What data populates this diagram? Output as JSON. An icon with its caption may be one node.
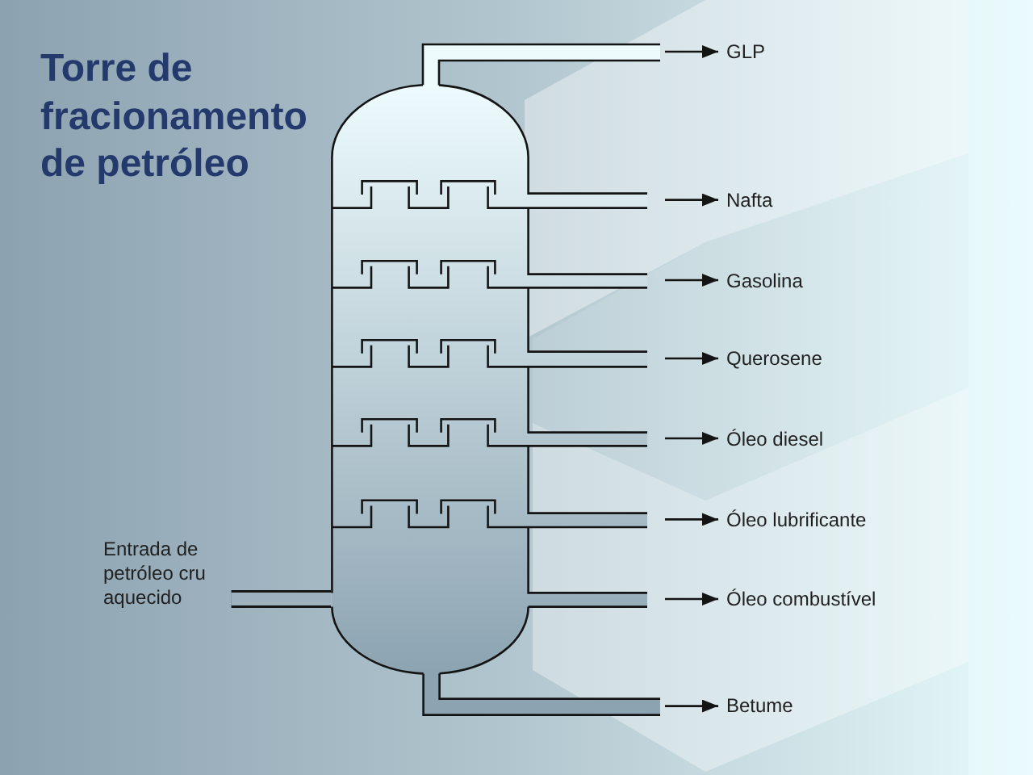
{
  "diagram": {
    "title": "Torre de fracionamento de petróleo",
    "nodes": [
      {
        "text": [
          "Entrada de petróleo cru aquecido"
        ]
      },
      {
        "text": [],
        "shape": "cylinder"
      },
      {
        "text": [
          "GLP"
        ]
      },
      {
        "text": [
          "Nafta"
        ]
      },
      {
        "text": [
          "Gasolina"
        ]
      },
      {
        "text": [
          "Querosene"
        ]
      },
      {
        "text": [
          "Óleo diesel"
        ]
      },
      {
        "text": [
          "Óleo lubrificante"
        ]
      },
      {
        "text": [
          "Óleo combustível"
        ]
      },
      {
        "text": [
          "Betume"
        ]
      }
    ],
    "edges": [
      {
        "from": 0,
        "to": 1,
        "arrow": "none",
        "style": "thick",
        "color": "#9db2be"
      },
      {
        "from": 1,
        "to": 2,
        "arrow": "to"
      },
      {
        "from": 1,
        "to": 3,
        "arrow": "to"
      },
      {
        "from": 1,
        "to": 4,
        "arrow": "to"
      },
      {
        "from": 1,
        "to": 5,
        "arrow": "to"
      },
      {
        "from": 1,
        "to": 6,
        "arrow": "to"
      },
      {
        "from": 1,
        "to": 7,
        "arrow": "to"
      },
      {
        "from": 1,
        "to": 8,
        "arrow": "to"
      },
      {
        "from": 1,
        "to": 9,
        "arrow": "to"
      }
    ]
  }
}
